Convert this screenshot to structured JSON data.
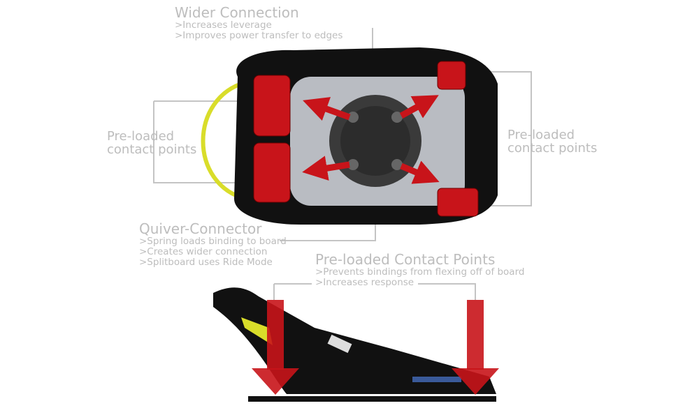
{
  "wider_connection": {
    "title": "Wider Connection",
    "points": [
      ">Increases leverage",
      ">Improves power transfer to edges"
    ]
  },
  "left_contact": {
    "line1": "Pre-loaded",
    "line2": "contact points"
  },
  "right_contact": {
    "line1": "Pre-loaded",
    "line2": "contact points"
  },
  "quiver_connector": {
    "title": "Quiver-Connector",
    "points": [
      ">Spring loads binding to board",
      ">Creates wider connection",
      ">Splitboard uses Ride Mode"
    ]
  },
  "contact_points": {
    "title": "Pre-loaded Contact Points",
    "points": [
      ">Prevents bindings from flexing off of board",
      ">Increases response"
    ]
  },
  "colors": {
    "text": "#bdbdbd",
    "pad_red": "#c8141a",
    "frame": "#111111",
    "highback_yellow": "#d9dd2a"
  }
}
